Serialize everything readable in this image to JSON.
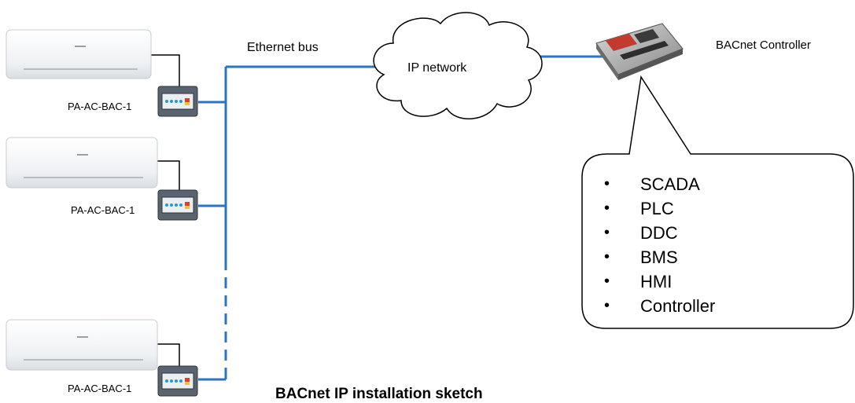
{
  "labels": {
    "ethernet_bus": "Ethernet bus",
    "ip_network": "IP network",
    "bacnet_controller": "BACnet Controller",
    "gateway_1": "PA-AC-BAC-1",
    "gateway_2": "PA-AC-BAC-1",
    "gateway_3": "PA-AC-BAC-1",
    "title": "BACnet IP installation sketch"
  },
  "callout": {
    "items": [
      "SCADA",
      "PLC",
      "DDC",
      "BMS",
      "HMI",
      "Controller"
    ]
  },
  "colors": {
    "bus": "#2b73c4",
    "wire": "#000000",
    "ac_unit": "#eef1f4",
    "gateway": "#5a6470"
  },
  "icons": {
    "ac_unit": "indoor-ac-unit-icon",
    "gateway": "gateway-module-icon",
    "cloud": "cloud-icon",
    "controller": "controller-device-icon"
  }
}
